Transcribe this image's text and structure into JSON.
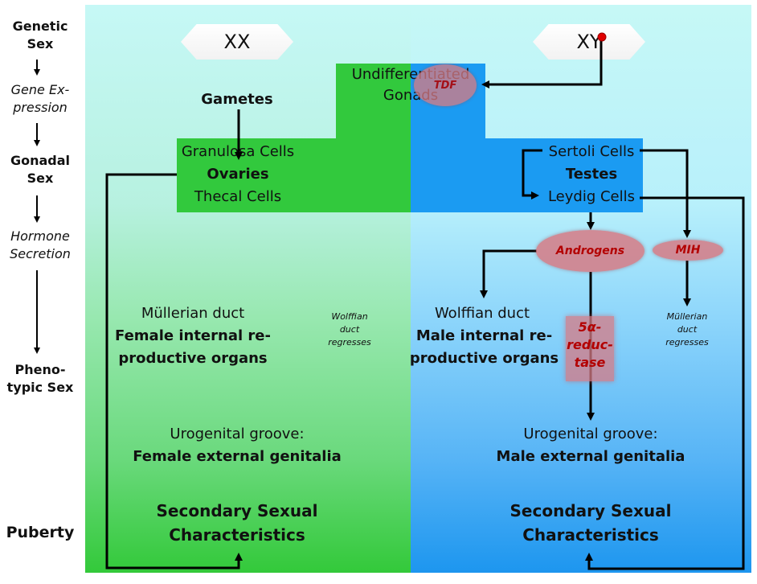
{
  "stages": [
    {
      "label_lines": [
        "Genetic",
        "Sex"
      ],
      "style": "bold"
    },
    {
      "label_lines": [
        "Gene Ex-",
        "pression"
      ],
      "style": "italic"
    },
    {
      "label_lines": [
        "Gonadal",
        "Sex"
      ],
      "style": "bold"
    },
    {
      "label_lines": [
        "Hormone",
        "Secretion"
      ],
      "style": "italic"
    },
    {
      "label_lines": [
        "Pheno-",
        "typic Sex"
      ],
      "style": "bold"
    },
    {
      "label_lines": [
        "Puberty"
      ],
      "style": "bold"
    }
  ],
  "female": {
    "chromosomes": "XX",
    "gametes": "Gametes",
    "gonad_cells_top": "Granulosa Cells",
    "gonad": "Ovaries",
    "gonad_cells_bottom": "Thecal Cells",
    "duct": "Müllerian duct",
    "internal_organs_lines": [
      "Female  internal re-",
      "productive organs"
    ],
    "regression_lines": [
      "Wolffian",
      "duct",
      "regresses"
    ],
    "groove": "Urogenital groove:",
    "external": "Female external genitalia",
    "secondary_lines": [
      "Secondary Sexual",
      "Characteristics"
    ],
    "color": "#32c93d"
  },
  "undifferentiated": {
    "lines": [
      "Undifferentiated",
      "Gonads"
    ],
    "tdf": "TDF"
  },
  "male": {
    "chromosomes": "XY",
    "gonad_cells_top": "Sertoli Cells",
    "gonad": "Testes",
    "gonad_cells_bottom": "Leydig Cells",
    "androgens": "Androgens",
    "mih": "MIH",
    "reductase_lines": [
      "5α-",
      "reduc-",
      "tase"
    ],
    "duct": "Wolffian duct",
    "internal_organs_lines": [
      "Male internal re-",
      "productive organs"
    ],
    "regression_lines": [
      "Müllerian",
      "duct",
      "regresses"
    ],
    "groove": "Urogenital groove:",
    "external": "Male external genitalia",
    "secondary_lines": [
      "Secondary Sexual",
      "Characteristics"
    ],
    "color": "#1b9bf2"
  },
  "colors": {
    "hormone_fill": "#d67a84",
    "hormone_text": "#b30000",
    "y_marker": "#e00000"
  }
}
